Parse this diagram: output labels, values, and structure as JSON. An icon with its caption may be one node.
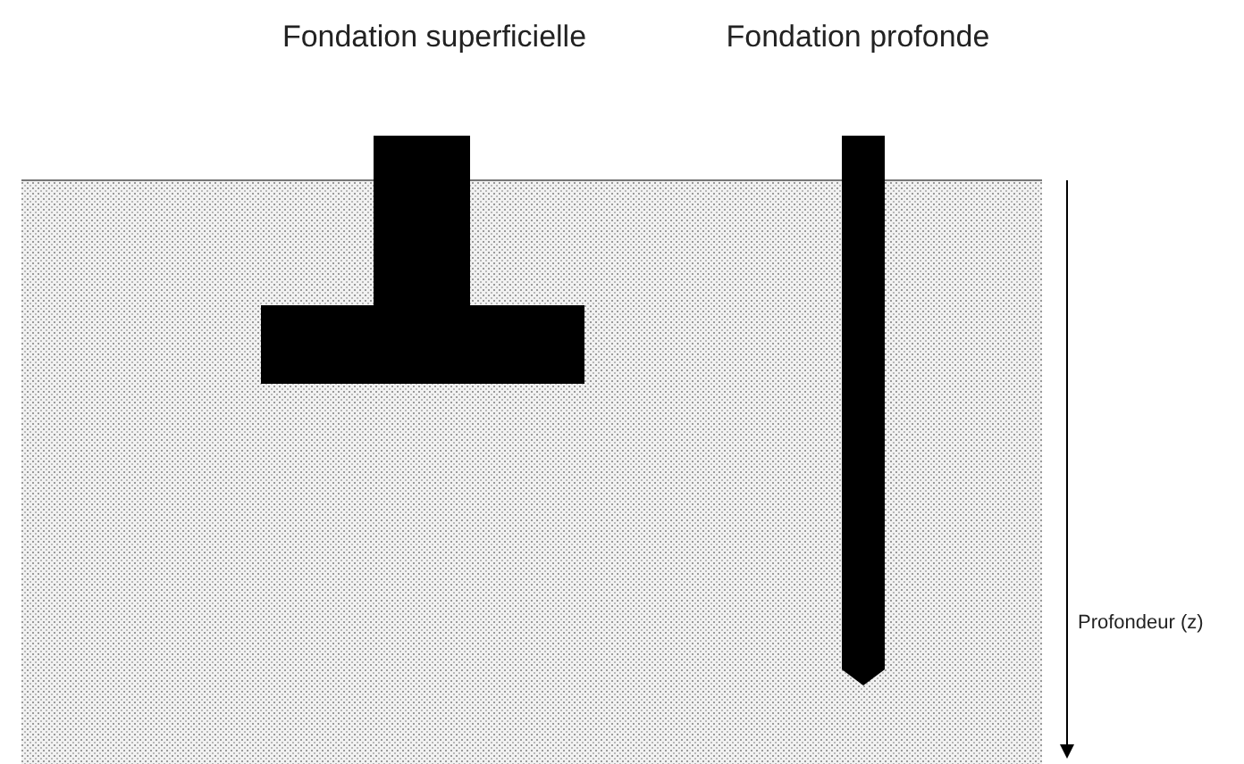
{
  "diagram": {
    "labels": [
      "Fondation superficielle",
      "Fondation profonde",
      "Profondeur (z)"
    ]
  }
}
